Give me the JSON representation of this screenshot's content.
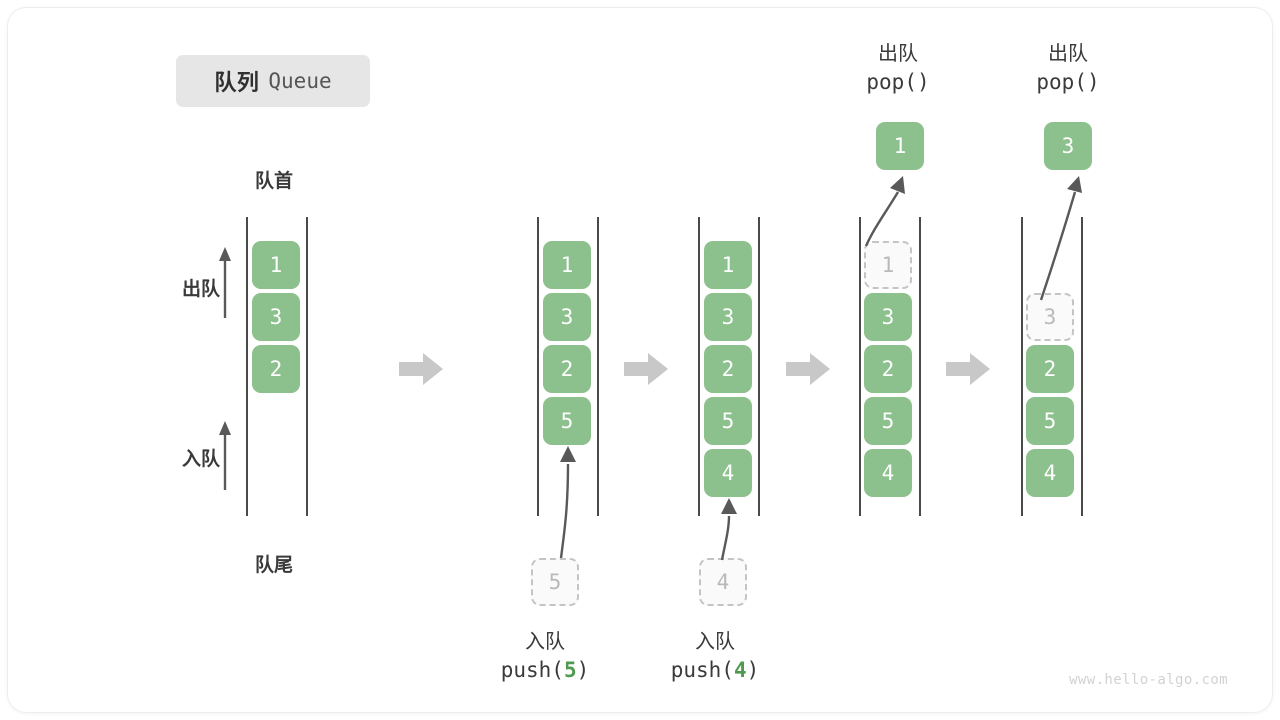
{
  "title": {
    "cn": "队列",
    "en": "Queue"
  },
  "labels": {
    "head": "队首",
    "tail": "队尾",
    "dequeue_side": "出队",
    "enqueue_side": "入队"
  },
  "colors": {
    "element": "#8CC08C",
    "ghost_border": "#C4C4C4",
    "ghost_text": "#B9B9B9",
    "rail": "#4A4A4A",
    "arrow": "#595959",
    "separator": "#C8C8C8",
    "badge_bg": "#E6E6E6",
    "text": "#3A3A3A",
    "code_arg": "#4F9A4F"
  },
  "stages": [
    {
      "name": "initial",
      "elements": [
        "1",
        "3",
        "2"
      ],
      "ghost_index": null,
      "incoming": null,
      "popped": null
    },
    {
      "name": "after-push-5",
      "elements": [
        "1",
        "3",
        "2",
        "5"
      ],
      "ghost_index": null,
      "incoming": "5",
      "popped": null
    },
    {
      "name": "after-push-4",
      "elements": [
        "1",
        "3",
        "2",
        "5",
        "4"
      ],
      "ghost_index": null,
      "incoming": "4",
      "popped": null
    },
    {
      "name": "after-pop-1",
      "elements": [
        "1",
        "3",
        "2",
        "5",
        "4"
      ],
      "ghost_index": 0,
      "incoming": null,
      "popped": "1"
    },
    {
      "name": "after-pop-3",
      "elements": [
        "3",
        "2",
        "5",
        "4"
      ],
      "ghost_index": 0,
      "incoming": null,
      "popped": "3"
    }
  ],
  "captions": {
    "push5": {
      "cn": "入队",
      "fn": "push(",
      "arg": "5",
      "close": ")"
    },
    "push4": {
      "cn": "入队",
      "fn": "push(",
      "arg": "4",
      "close": ")"
    },
    "pop1": {
      "cn": "出队",
      "code": "pop()"
    },
    "pop2": {
      "cn": "出队",
      "code": "pop()"
    }
  },
  "ghost_values": {
    "push5_ghost": "5",
    "push4_ghost": "4",
    "pop1_ghost": "1",
    "pop2_ghost": "3"
  },
  "popped_values": {
    "pop1": "1",
    "pop2": "3"
  },
  "watermark": "www.hello-algo.com"
}
